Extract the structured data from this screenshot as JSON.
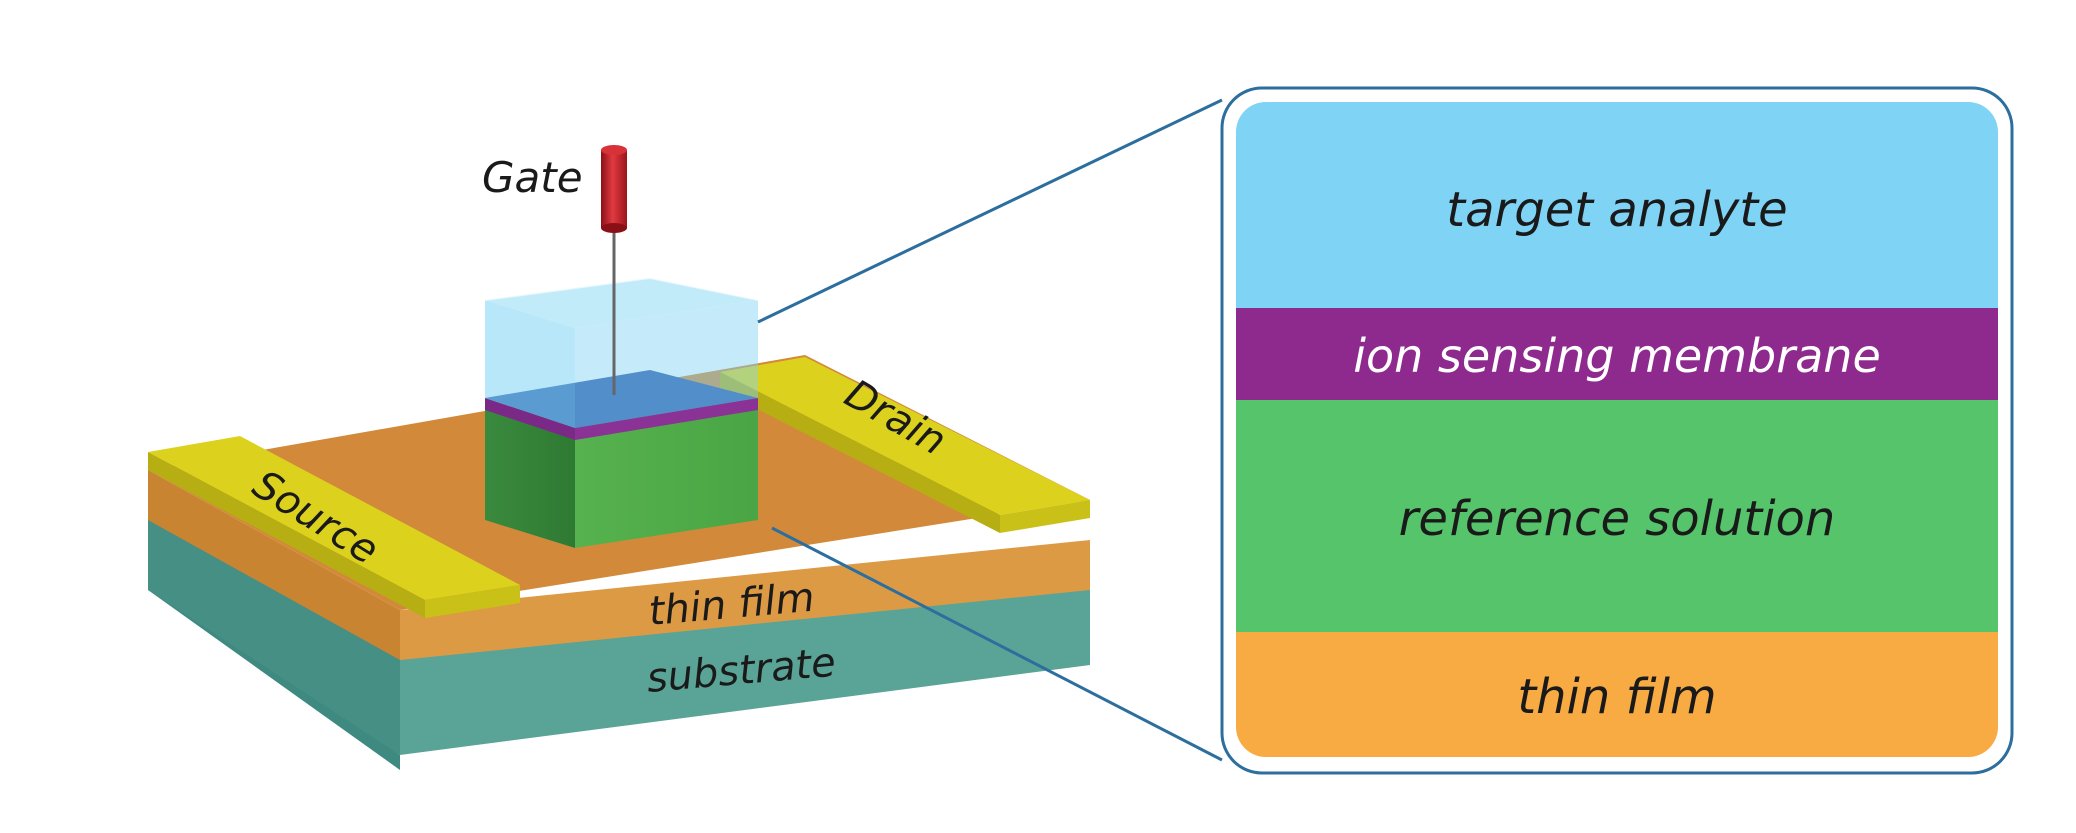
{
  "device": {
    "gate_label": "Gate",
    "source_label": "Source",
    "drain_label": "Drain",
    "thin_film_label": "thin film",
    "substrate_label": "substrate"
  },
  "zoom_panel": {
    "layers": [
      {
        "label": "target analyte"
      },
      {
        "label": "ion sensing membrane"
      },
      {
        "label": "reference solution"
      },
      {
        "label": "thin film"
      }
    ]
  },
  "colors": {
    "substrate": "#4f9e92",
    "thin_film": "#e89a3c",
    "electrode": "#d9d41a",
    "reference_solution": "#55c46a",
    "membrane": "#8e2a8e",
    "target_analyte": "#7fd3f5",
    "gate": "#c0202a",
    "panel_border": "#2c6e9e"
  }
}
